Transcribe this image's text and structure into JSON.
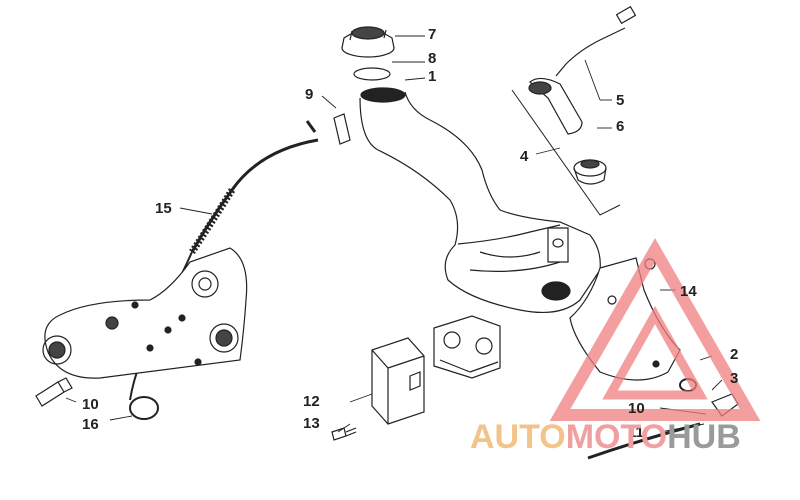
{
  "callouts": [
    {
      "id": "1",
      "text": "1"
    },
    {
      "id": "2",
      "text": "2"
    },
    {
      "id": "3",
      "text": "3"
    },
    {
      "id": "4",
      "text": "4"
    },
    {
      "id": "5",
      "text": "5"
    },
    {
      "id": "6",
      "text": "6"
    },
    {
      "id": "7",
      "text": "7"
    },
    {
      "id": "8",
      "text": "8"
    },
    {
      "id": "9",
      "text": "9"
    },
    {
      "id": "10a",
      "text": "10"
    },
    {
      "id": "10b",
      "text": "10"
    },
    {
      "id": "11",
      "text": "11"
    },
    {
      "id": "12",
      "text": "12"
    },
    {
      "id": "13",
      "text": "13"
    },
    {
      "id": "14",
      "text": "14"
    },
    {
      "id": "15",
      "text": "15"
    },
    {
      "id": "16",
      "text": "16"
    }
  ],
  "watermark": {
    "part1": "AUTO",
    "part2": "MOTO",
    "part3": "HUB",
    "color1": "#f2c48a",
    "color2": "#f0a0a0",
    "color3": "#9a9a9a",
    "triangle_color": "#f08080"
  },
  "colors": {
    "line": "#222222"
  }
}
